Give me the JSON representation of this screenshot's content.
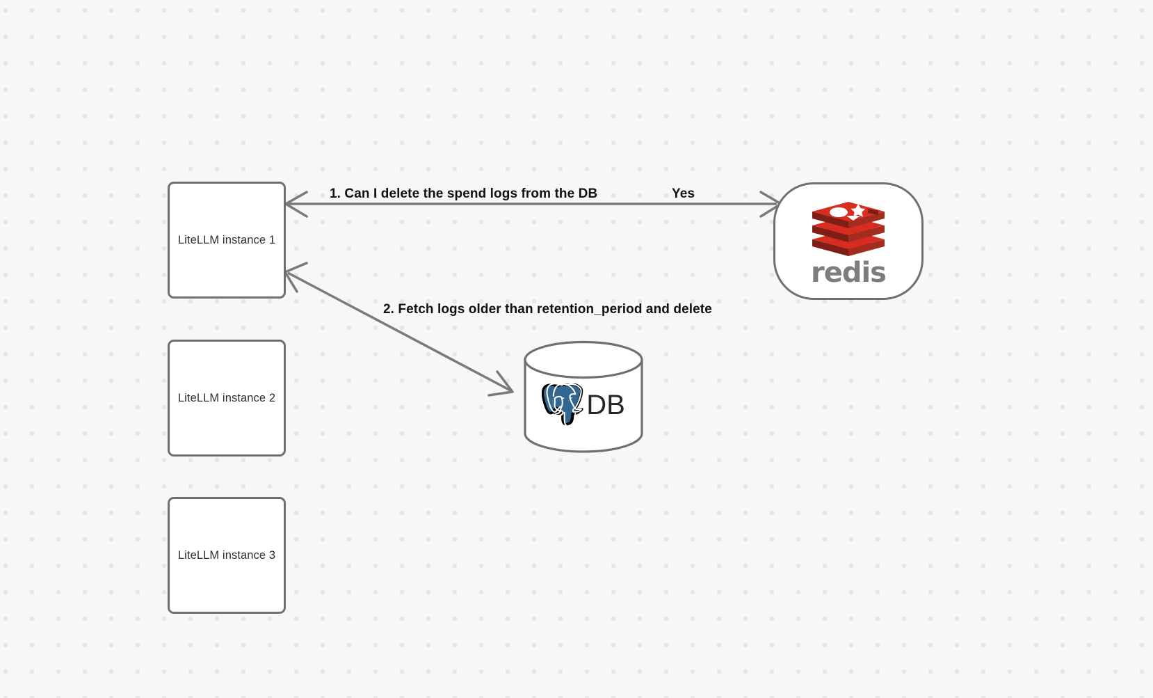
{
  "canvas": {
    "background_color": "#f7f7f7",
    "grid_dot_color": "#e6e6e6",
    "node_border_color": "#6f6f6f",
    "edge_color": "#7a7a7a"
  },
  "nodes": [
    {
      "id": "litellm-1",
      "label": "LiteLLM instance 1",
      "shape": "rounded-rect"
    },
    {
      "id": "litellm-2",
      "label": "LiteLLM instance 2",
      "shape": "rounded-rect"
    },
    {
      "id": "litellm-3",
      "label": "LiteLLM instance 3",
      "shape": "rounded-rect"
    },
    {
      "id": "redis",
      "label": "redis",
      "shape": "stadium",
      "logo": "redis-logo-icon",
      "brand_color": "#d82c20"
    },
    {
      "id": "postgres-db",
      "label": "DB",
      "shape": "cylinder",
      "logo": "postgresql-elephant-icon",
      "brand_color": "#336791"
    }
  ],
  "edges": [
    {
      "id": "edge-litellm1-redis",
      "from": "litellm-1",
      "to": "redis",
      "direction": "bidirectional",
      "label": "1.  Can I delete the spend logs from the DB",
      "reply_label": "Yes"
    },
    {
      "id": "edge-db-litellm1",
      "from": "postgres-db",
      "to": "litellm-1",
      "direction": "bidirectional",
      "label": "2.  Fetch logs older than retention_period and delete"
    }
  ],
  "labels": {
    "step1": "1.  Can I delete the spend logs from the DB",
    "yes": "Yes",
    "step2": "2.  Fetch logs older than retention_period and delete"
  },
  "redis": {
    "wordmark": "redis"
  },
  "db": {
    "text": "DB"
  }
}
